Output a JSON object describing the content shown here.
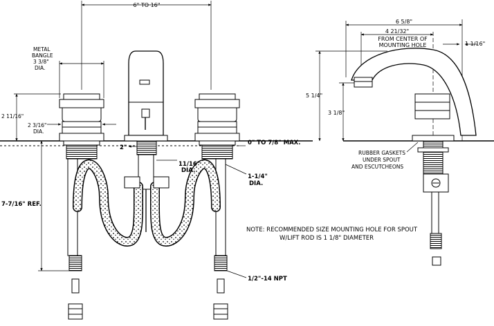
{
  "diagram": {
    "front_view": {
      "top_span": "6\" TO 16\"",
      "metal_bangle": [
        "METAL",
        "BANGLE",
        "3 3/8\"",
        "DIA."
      ],
      "height_handle": "2 11/16\"",
      "base_dia": [
        "2 3/16\"",
        "DIA."
      ],
      "spout_gap": "2\"",
      "deck_thickness": "0\" TO 7/8\" MAX.",
      "lift_rod_dia": [
        "11/16\"",
        "DIA."
      ],
      "supply_dia": [
        "1-1/4\"",
        "DIA."
      ],
      "ref_length": "7-7/16\" REF.",
      "thread": "1/2\"-14 NPT"
    },
    "note": [
      "NOTE:  RECOMMENDED SIZE MOUNTING HOLE FOR SPOUT",
      "W/LIFT ROD IS 1 1/8\" DIAMETER"
    ],
    "side_view": {
      "width_total": "6 5/8\"",
      "reach": "4 21/32\"",
      "reach_note": [
        "FROM CENTER OF",
        "MOUNTING HOLE"
      ],
      "offset": "1 1/16\"",
      "height_total": "5 1/4\"",
      "height_outlet": "3 1/8\"",
      "gasket_note": [
        "RUBBER GASKETS",
        "UNDER SPOUT",
        "AND ESCUTCHEONS"
      ]
    }
  }
}
